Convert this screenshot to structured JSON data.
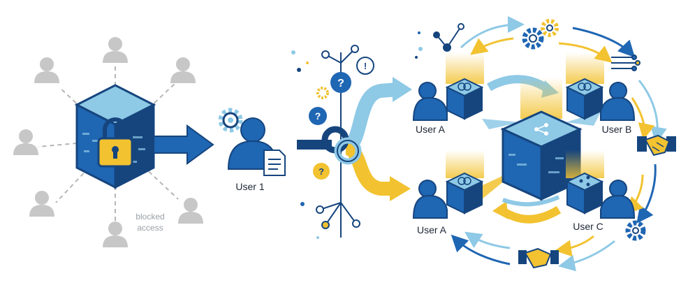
{
  "labels": {
    "user1": "User 1",
    "user_a_top": "User A",
    "user_b": "User B",
    "user_a_bottom": "User A",
    "user_c": "User C",
    "blocked_line1": "blocked",
    "blocked_line2": "access"
  },
  "colors": {
    "primary_blue": "#1f66b3",
    "dark_blue": "#16457e",
    "light_blue": "#8ec9e6",
    "yellow": "#f2c230",
    "gray_user": "#c7c7c7",
    "text": "#1d2433"
  },
  "icons": [
    "lock-icon",
    "gear-icon",
    "document-icon",
    "question-icon",
    "exclamation-icon",
    "share-icon",
    "handshake-icon",
    "network-node-icon"
  ]
}
